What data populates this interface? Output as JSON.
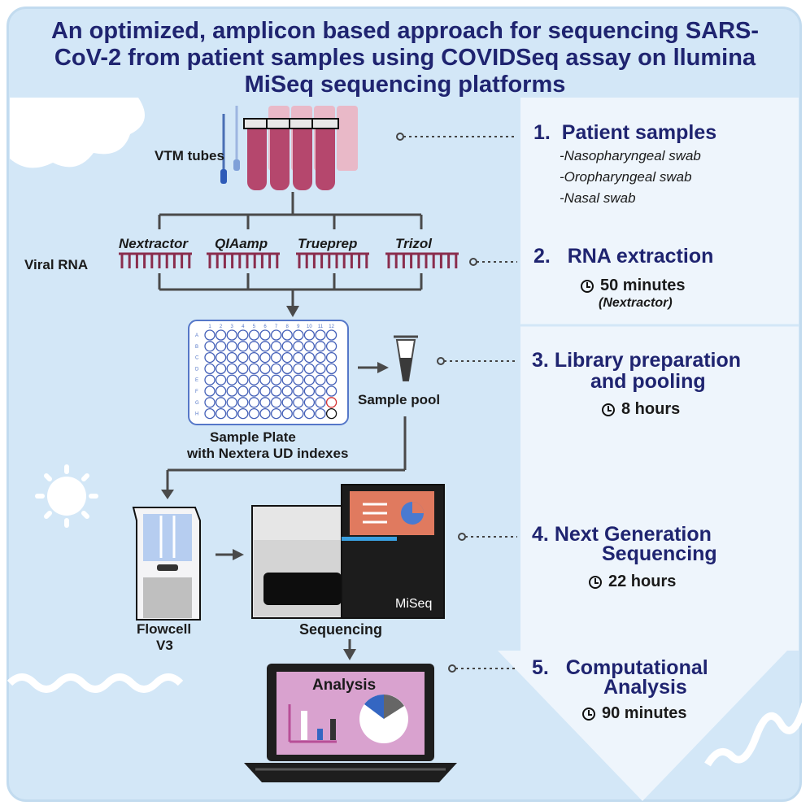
{
  "title": "An optimized, amplicon based approach for sequencing SARS-CoV-2 from patient samples using COVIDSeq assay on llumina MiSeq sequencing platforms",
  "left": {
    "vtm_tubes": "VTM tubes",
    "viral_rna": "Viral RNA",
    "kits": [
      "Nextractor",
      "QIAamp",
      "Trueprep",
      "Trizol"
    ],
    "sample_pool": "Sample pool",
    "sample_plate": "Sample Plate",
    "sample_plate_sub": "with Nextera UD indexes",
    "plate_cols": [
      "1",
      "2",
      "3",
      "4",
      "5",
      "6",
      "7",
      "8",
      "9",
      "10",
      "11",
      "12"
    ],
    "plate_rows": [
      "A",
      "B",
      "C",
      "D",
      "E",
      "F",
      "G",
      "H"
    ],
    "flowcell": "Flowcell",
    "flowcell_sub": "V3",
    "sequencing": "Sequencing",
    "miseq": "MiSeq",
    "analysis": "Analysis"
  },
  "steps": {
    "s1": {
      "num": "1.",
      "title": "Patient samples",
      "items": [
        "-Nasopharyngeal swab",
        "-Oropharyngeal swab",
        "-Nasal swab"
      ]
    },
    "s2": {
      "num": "2.",
      "title": "RNA extraction",
      "duration": "50 minutes",
      "note": "(Nextractor)"
    },
    "s3": {
      "num": "3.",
      "title_l1": "Library preparation",
      "title_l2": "and pooling",
      "duration": "8 hours"
    },
    "s4": {
      "num": "4.",
      "title_l1": "Next Generation",
      "title_l2": "Sequencing",
      "duration": "22 hours"
    },
    "s5": {
      "num": "5.",
      "title_l1": "Computational",
      "title_l2": "Analysis",
      "duration": "90 minutes"
    }
  },
  "colors": {
    "navy": "#1f2470",
    "tube": "#b5476d",
    "rna": "#8a2d4d",
    "panel": "#eef5fc"
  }
}
